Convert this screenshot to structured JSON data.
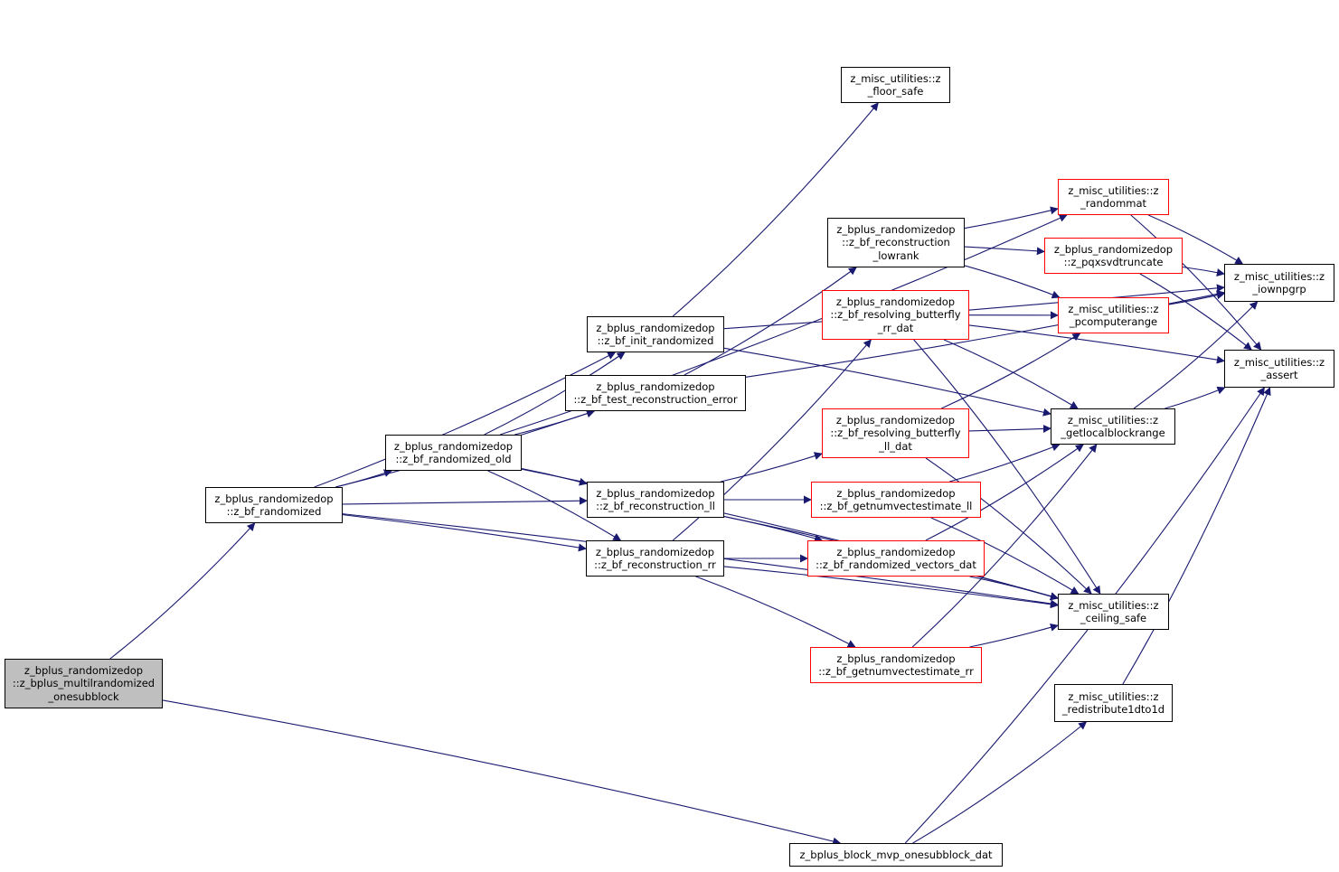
{
  "graph": {
    "edge_color": "#191970",
    "nodes": {
      "root": {
        "label": "z_bplus_randomizedop\n::z_bplus_multilrandomized\n_onesubblock",
        "border": "#000000",
        "fill": "#bfbfbf"
      },
      "bf_randomized": {
        "label": "z_bplus_randomizedop\n::z_bf_randomized",
        "border": "#000000"
      },
      "bf_randomized_old": {
        "label": "z_bplus_randomizedop\n::z_bf_randomized_old",
        "border": "#000000"
      },
      "bf_init_randomized": {
        "label": "z_bplus_randomizedop\n::z_bf_init_randomized",
        "border": "#000000"
      },
      "bf_test_reconstruction_error": {
        "label": "z_bplus_randomizedop\n::z_bf_test_reconstruction_error",
        "border": "#000000"
      },
      "bf_reconstruction_ll": {
        "label": "z_bplus_randomizedop\n::z_bf_reconstruction_ll",
        "border": "#000000"
      },
      "bf_reconstruction_rr": {
        "label": "z_bplus_randomizedop\n::z_bf_reconstruction_rr",
        "border": "#000000"
      },
      "block_mvp_onesubblock_dat": {
        "label": "z_bplus_block_mvp_onesubblock_dat",
        "border": "#000000"
      },
      "floor_safe": {
        "label": "z_misc_utilities::z\n_floor_safe",
        "border": "#000000"
      },
      "bf_reconstruction_lowrank": {
        "label": "z_bplus_randomizedop\n::z_bf_reconstruction\n_lowrank",
        "border": "#000000"
      },
      "bf_resolving_butterfly_rr_dat": {
        "label": "z_bplus_randomizedop\n::z_bf_resolving_butterfly\n_rr_dat",
        "border": "#ff0000"
      },
      "bf_resolving_butterfly_ll_dat": {
        "label": "z_bplus_randomizedop\n::z_bf_resolving_butterfly\n_ll_dat",
        "border": "#ff0000"
      },
      "bf_getnumvectestimate_ll": {
        "label": "z_bplus_randomizedop\n::z_bf_getnumvectestimate_ll",
        "border": "#ff0000"
      },
      "bf_randomized_vectors_dat": {
        "label": "z_bplus_randomizedop\n::z_bf_randomized_vectors_dat",
        "border": "#ff0000"
      },
      "bf_getnumvectestimate_rr": {
        "label": "z_bplus_randomizedop\n::z_bf_getnumvectestimate_rr",
        "border": "#ff0000"
      },
      "randommat": {
        "label": "z_misc_utilities::z\n_randommat",
        "border": "#ff0000"
      },
      "pqxsvdtruncate": {
        "label": "z_bplus_randomizedop\n::z_pqxsvdtruncate",
        "border": "#ff0000"
      },
      "pcomputerange": {
        "label": "z_misc_utilities::z\n_pcomputerange",
        "border": "#ff0000"
      },
      "getlocalblockrange": {
        "label": "z_misc_utilities::z\n_getlocalblockrange",
        "border": "#000000"
      },
      "ceiling_safe": {
        "label": "z_misc_utilities::z\n_ceiling_safe",
        "border": "#000000"
      },
      "redistribute1dto1d": {
        "label": "z_misc_utilities::z\n_redistribute1dto1d",
        "border": "#000000"
      },
      "iownpgrp": {
        "label": "z_misc_utilities::z\n_iownpgrp",
        "border": "#000000"
      },
      "assert": {
        "label": "z_misc_utilities::z\n_assert",
        "border": "#000000"
      }
    },
    "edges": [
      [
        "root",
        "bf_randomized"
      ],
      [
        "root",
        "block_mvp_onesubblock_dat"
      ],
      [
        "bf_randomized",
        "bf_init_randomized"
      ],
      [
        "bf_randomized",
        "bf_test_reconstruction_error"
      ],
      [
        "bf_randomized",
        "bf_randomized_old"
      ],
      [
        "bf_randomized",
        "bf_reconstruction_ll"
      ],
      [
        "bf_randomized",
        "bf_reconstruction_rr"
      ],
      [
        "bf_randomized",
        "ceiling_safe"
      ],
      [
        "bf_randomized_old",
        "bf_init_randomized"
      ],
      [
        "bf_randomized_old",
        "bf_test_reconstruction_error"
      ],
      [
        "bf_randomized_old",
        "bf_reconstruction_ll"
      ],
      [
        "bf_randomized_old",
        "bf_reconstruction_rr"
      ],
      [
        "bf_randomized_old",
        "randommat"
      ],
      [
        "bf_randomized_old",
        "ceiling_safe"
      ],
      [
        "bf_init_randomized",
        "floor_safe"
      ],
      [
        "bf_init_randomized",
        "iownpgrp"
      ],
      [
        "bf_init_randomized",
        "getlocalblockrange"
      ],
      [
        "bf_test_reconstruction_error",
        "iownpgrp"
      ],
      [
        "bf_test_reconstruction_error",
        "bf_reconstruction_lowrank"
      ],
      [
        "bf_reconstruction_ll",
        "bf_resolving_butterfly_ll_dat"
      ],
      [
        "bf_reconstruction_ll",
        "bf_getnumvectestimate_ll"
      ],
      [
        "bf_reconstruction_ll",
        "bf_randomized_vectors_dat"
      ],
      [
        "bf_reconstruction_ll",
        "ceiling_safe"
      ],
      [
        "bf_reconstruction_rr",
        "bf_resolving_butterfly_rr_dat"
      ],
      [
        "bf_reconstruction_rr",
        "bf_randomized_vectors_dat"
      ],
      [
        "bf_reconstruction_rr",
        "bf_getnumvectestimate_rr"
      ],
      [
        "bf_reconstruction_rr",
        "ceiling_safe"
      ],
      [
        "bf_reconstruction_lowrank",
        "randommat"
      ],
      [
        "bf_reconstruction_lowrank",
        "pqxsvdtruncate"
      ],
      [
        "bf_reconstruction_lowrank",
        "pcomputerange"
      ],
      [
        "bf_resolving_butterfly_rr_dat",
        "pcomputerange"
      ],
      [
        "bf_resolving_butterfly_rr_dat",
        "assert"
      ],
      [
        "bf_resolving_butterfly_rr_dat",
        "getlocalblockrange"
      ],
      [
        "bf_resolving_butterfly_rr_dat",
        "ceiling_safe"
      ],
      [
        "bf_resolving_butterfly_ll_dat",
        "pcomputerange"
      ],
      [
        "bf_resolving_butterfly_ll_dat",
        "getlocalblockrange"
      ],
      [
        "bf_resolving_butterfly_ll_dat",
        "ceiling_safe"
      ],
      [
        "bf_getnumvectestimate_ll",
        "getlocalblockrange"
      ],
      [
        "bf_getnumvectestimate_ll",
        "ceiling_safe"
      ],
      [
        "bf_randomized_vectors_dat",
        "getlocalblockrange"
      ],
      [
        "bf_randomized_vectors_dat",
        "ceiling_safe"
      ],
      [
        "bf_getnumvectestimate_rr",
        "getlocalblockrange"
      ],
      [
        "bf_getnumvectestimate_rr",
        "ceiling_safe"
      ],
      [
        "randommat",
        "iownpgrp"
      ],
      [
        "randommat",
        "assert"
      ],
      [
        "pqxsvdtruncate",
        "iownpgrp"
      ],
      [
        "pqxsvdtruncate",
        "assert"
      ],
      [
        "pcomputerange",
        "iownpgrp"
      ],
      [
        "getlocalblockrange",
        "iownpgrp"
      ],
      [
        "getlocalblockrange",
        "assert"
      ],
      [
        "redistribute1dto1d",
        "assert"
      ],
      [
        "block_mvp_onesubblock_dat",
        "redistribute1dto1d"
      ],
      [
        "block_mvp_onesubblock_dat",
        "assert"
      ]
    ]
  }
}
